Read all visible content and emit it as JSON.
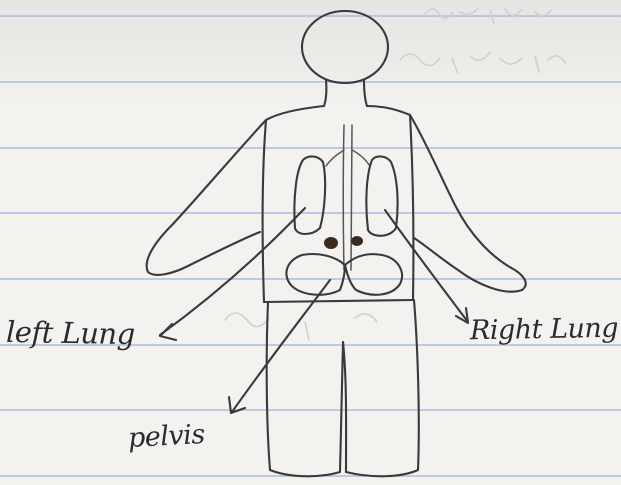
{
  "labels": {
    "left_lung": "left Lung",
    "right_lung": "Right Lung",
    "pelvis": "pelvis"
  },
  "colors": {
    "paper": "#f4f2ee",
    "ruled_line": "#a9bde7",
    "pencil": "#3a3a3a"
  }
}
